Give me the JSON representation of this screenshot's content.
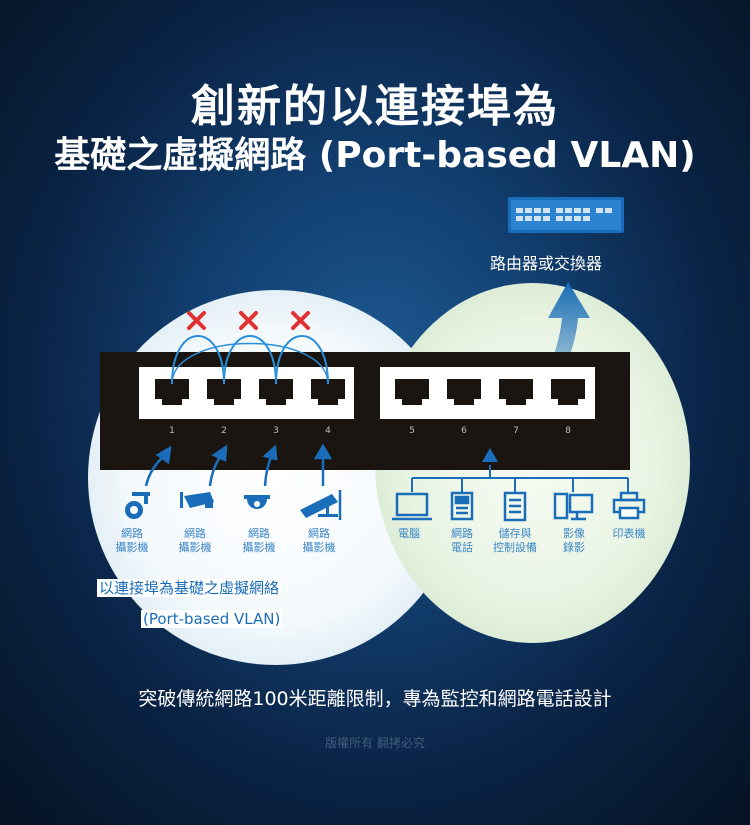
{
  "title": {
    "line1": "創新的以連接埠為",
    "line2": "基礎之虛擬網路 (Port-based VLAN)"
  },
  "router_label": "路由器或交換器",
  "ports": [
    "1",
    "2",
    "3",
    "4",
    "5",
    "6",
    "7",
    "8"
  ],
  "left_devices": [
    {
      "l1": "網路",
      "l2": "攝影機"
    },
    {
      "l1": "網路",
      "l2": "攝影機"
    },
    {
      "l1": "網路",
      "l2": "攝影機"
    },
    {
      "l1": "網路",
      "l2": "攝影機"
    }
  ],
  "right_devices": [
    {
      "l1": "電腦",
      "l2": ""
    },
    {
      "l1": "網路",
      "l2": "電話"
    },
    {
      "l1": "儲存與",
      "l2": "控制設備"
    },
    {
      "l1": "影像",
      "l2": "錄影"
    },
    {
      "l1": "印表機",
      "l2": ""
    }
  ],
  "vlan_caption": {
    "line1": "以連接埠為基礎之虛擬網絡",
    "line2": "(Port-based VLAN)"
  },
  "description": "突破傳統網路100米距離限制，專為監控和網路電話設計",
  "copyright": "版權所有 翻拷必究",
  "colors": {
    "accent_blue": "#1a6db8",
    "cross_red": "#e03030",
    "switch_body": "#1b1512"
  }
}
